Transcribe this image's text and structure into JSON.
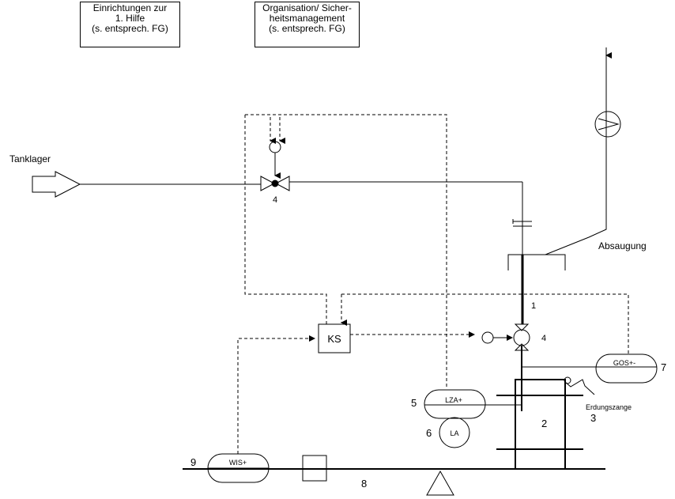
{
  "note_first_aid": {
    "line1": "Einrichtungen zur",
    "line2": "1. Hilfe",
    "line3": "(s. entsprech. FG)"
  },
  "note_organisation": {
    "line1": "Organisation/ Sicher-",
    "line2": "heitsmanagement",
    "line3": "(s. entsprech. FG)"
  },
  "labels": {
    "tank_storage": "Tanklager",
    "suction": "Absaugung",
    "grounding_clamp": "Erdungszange",
    "control_system": "KS",
    "gos": "GOS+-",
    "lza": "LZA+",
    "la": "LA",
    "wis": "WIS+"
  },
  "numbers": {
    "valve_top": "4",
    "valve_right": "4",
    "pipe": "1",
    "tank": "2",
    "clamp": "3",
    "lza": "5",
    "la": "6",
    "gos": "7",
    "scale": "8",
    "wis": "9"
  },
  "colors": {
    "line": "#000000",
    "background": "#ffffff"
  }
}
